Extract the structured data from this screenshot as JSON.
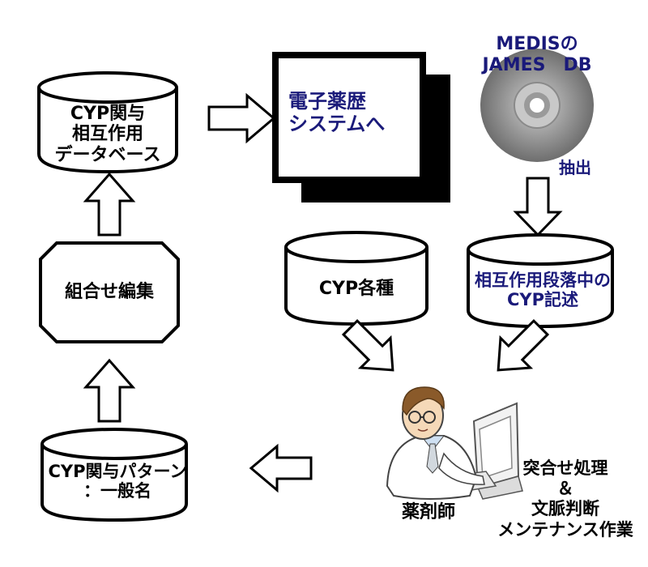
{
  "nodes": {
    "cyp_interaction_db": {
      "lines": [
        "CYP関与",
        "相互作用",
        "データベース"
      ]
    },
    "ehr_system": {
      "lines": [
        "電子薬歴",
        "システムへ"
      ]
    },
    "medis_disc": {
      "title_lines": [
        "MEDISの",
        "JAMES　DB"
      ]
    },
    "extract_label": "抽出",
    "combination_edit": "組合せ編集",
    "cyp_types": "CYP各種",
    "interaction_paragraph": {
      "lines": [
        "相互作用段落中の",
        "CYP記述"
      ]
    },
    "cyp_pattern": {
      "lines": [
        "CYP関与パターン",
        "：一般名"
      ]
    },
    "pharmacist": "薬剤師",
    "pharmacist_tasks": {
      "lines": [
        "突合せ処理",
        "＆",
        "文脈判断",
        "メンテナンス作業"
      ]
    }
  },
  "colors": {
    "navy_text": "#1a1a7a",
    "black": "#000000",
    "disc_gray": "#8c8c8c"
  }
}
